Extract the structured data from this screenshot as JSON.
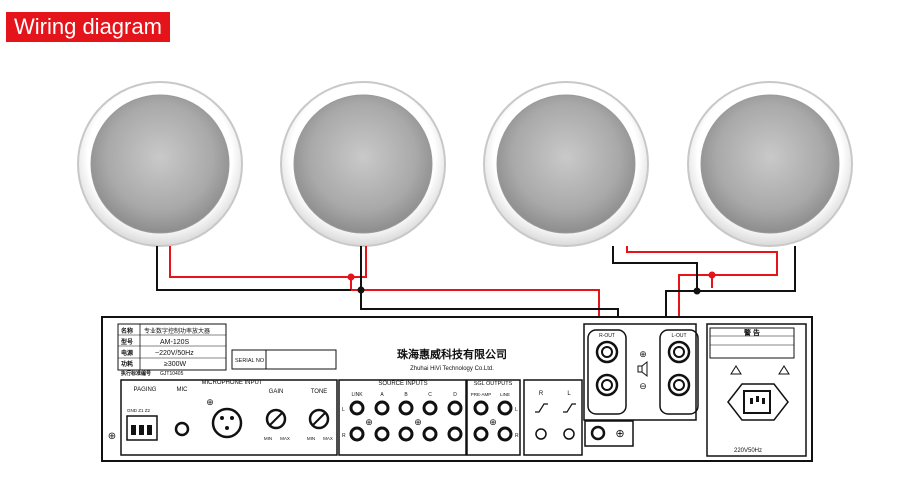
{
  "title": "Wiring diagram",
  "colors": {
    "title_bg": "#e5141a",
    "wire_red": "#e5141a",
    "wire_black": "#111111"
  },
  "speakers": [
    {
      "name": "speaker-1"
    },
    {
      "name": "speaker-2"
    },
    {
      "name": "speaker-3"
    },
    {
      "name": "speaker-4"
    }
  ],
  "amp": {
    "spec_table": [
      {
        "key": "名称",
        "value": "专业数字控制功率放大器"
      },
      {
        "key": "型号",
        "value": "AM-120S"
      },
      {
        "key": "电源",
        "value": "~220V/50Hz"
      },
      {
        "key": "功耗",
        "value": "≥300W"
      }
    ],
    "standard_label": "执行标准编号",
    "standard_value": "GJT10405",
    "serial_label": "SERIAL NO",
    "company_cn": "珠海惠威科技有限公司",
    "company_en": "Zhuhai HiVi Technology Co.Ltd.",
    "r_out": "R-OUT",
    "l_out": "L-OUT",
    "warning": "警 告",
    "power_label": "220V50Hz",
    "paging": "PAGING",
    "mic": "MIC",
    "microphone_input": "MICROPHONE INPUT",
    "gain": "GAIN",
    "tone": "TONE",
    "min": "MIN",
    "max": "MAX",
    "gnd_labels": "GND Z1 Z2",
    "source_inputs": "SOURCE INPUTS",
    "source_cols": [
      "LINK",
      "A",
      "B",
      "C",
      "D"
    ],
    "sgl_outputs": "SGL OUTPUTS",
    "sgl_cols": [
      "PRE-AMP",
      "LINE"
    ],
    "lr": [
      "L",
      "R"
    ],
    "rl_cols": [
      "R",
      "L"
    ],
    "plus": "⊕",
    "minus": "⊖"
  }
}
